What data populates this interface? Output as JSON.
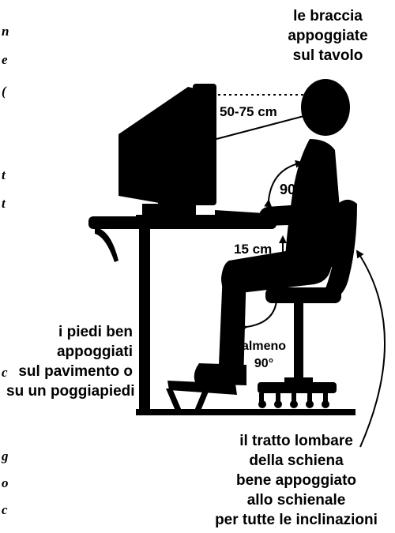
{
  "labels": {
    "arms": [
      "le braccia",
      "appoggiate",
      "sul tavolo"
    ],
    "feet": [
      "i piedi ben",
      "appoggiati",
      "sul pavimento o",
      "su un poggiapiedi"
    ],
    "lumbar": [
      "il tratto lombare",
      "della schiena",
      "bene appoggiato",
      "allo schienale",
      "per tutte le inclinazioni"
    ]
  },
  "measurements": {
    "eye_distance": "50-75 cm",
    "elbow_angle": "90°",
    "thigh_clearance": "15 cm",
    "knee_angle_top": "almeno",
    "knee_angle_bottom": "90°"
  },
  "edge_fragments": [
    "n",
    "e",
    "(",
    "t",
    "t",
    "c",
    "g",
    "o",
    "c"
  ]
}
